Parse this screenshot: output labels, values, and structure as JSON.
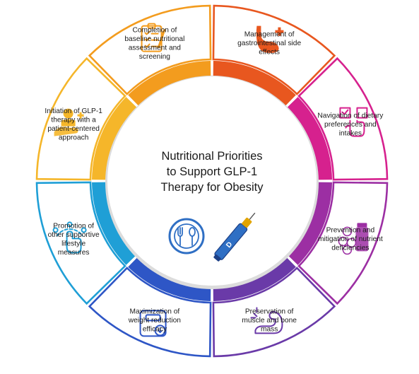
{
  "diagram": {
    "title_lines": [
      "Nutritional Priorities",
      "to Support GLP-1",
      "Therapy for Obesity"
    ],
    "segments": [
      {
        "id": "baseline",
        "color": "#f39c1e",
        "label_lines": [
          "Completion of",
          "baseline nutritional",
          "assessment and",
          "screening"
        ],
        "icon": "checklist-clipboard-icon"
      },
      {
        "id": "gi",
        "color": "#e8571f",
        "label_lines": [
          "Management of",
          "gastrointestinal side",
          "effects"
        ],
        "icon": "stomach-plus-icon"
      },
      {
        "id": "dietary",
        "color": "#d6218e",
        "label_lines": [
          "Navigation of dietary",
          "preferences and",
          "intakes"
        ],
        "icon": "hand-select-checkbox-icon"
      },
      {
        "id": "nutrient",
        "color": "#9c2fa3",
        "label_lines": [
          "Prevention and",
          "mitigation of nutrient",
          "deficiencies"
        ],
        "icon": "vitamin-bottle-icon"
      },
      {
        "id": "muscle",
        "color": "#6a3aa8",
        "label_lines": [
          "Preservation of",
          "muscle and bone",
          "mass"
        ],
        "icon": "flexed-arm-icon"
      },
      {
        "id": "weight",
        "color": "#2e56c6",
        "label_lines": [
          "Maximization of",
          "weight reduction",
          "efficacy"
        ],
        "icon": "weight-scale-icon"
      },
      {
        "id": "lifestyle",
        "color": "#1f9fd6",
        "label_lines": [
          "Promotion of",
          "other supportive",
          "lifestyle",
          "measures"
        ],
        "icon": "lifestyle-hand-icon"
      },
      {
        "id": "initiation",
        "color": "#f5b62a",
        "label_lines": [
          "Initiation of GLP-1",
          "therapy with a",
          "patient-centered",
          "approach"
        ],
        "icon": "hand-heart-plus-icon"
      }
    ],
    "center_icons": [
      "plate-cutlery-icon",
      "injection-pen-icon"
    ],
    "pen_label": "D"
  }
}
